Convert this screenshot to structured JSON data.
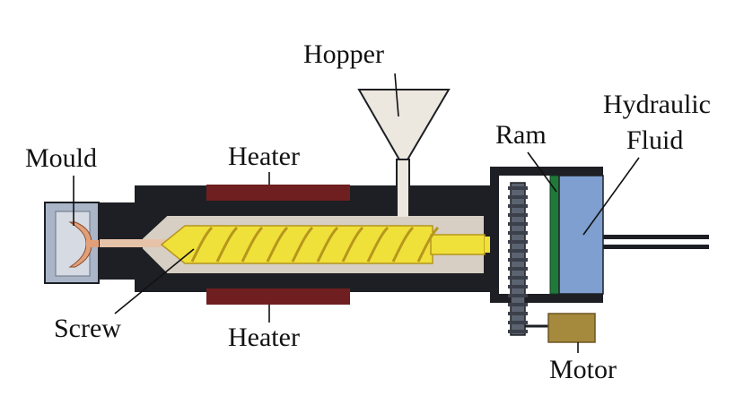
{
  "labels": {
    "hopper": "Hopper",
    "hydraulic_line1": "Hydraulic",
    "hydraulic_line2": "Fluid",
    "ram": "Ram",
    "mould": "Mould",
    "heater_top": "Heater",
    "heater_bottom": "Heater",
    "screw": "Screw",
    "motor": "Motor"
  },
  "colors": {
    "barrel": "#1e1f24",
    "heater": "#6f1f1f",
    "screw": "#f0e03a",
    "screw_flight": "#c9a81a",
    "barrel_inner": "#d7cfc4",
    "hopper": "#ece8df",
    "mould": "#aab5c8",
    "mould_cavity": "#e2a07a",
    "ram": "#1f7a3a",
    "hydraulic_fluid": "#7e9fcf",
    "gear": "#5b6270",
    "motor": "#a58a3e"
  }
}
